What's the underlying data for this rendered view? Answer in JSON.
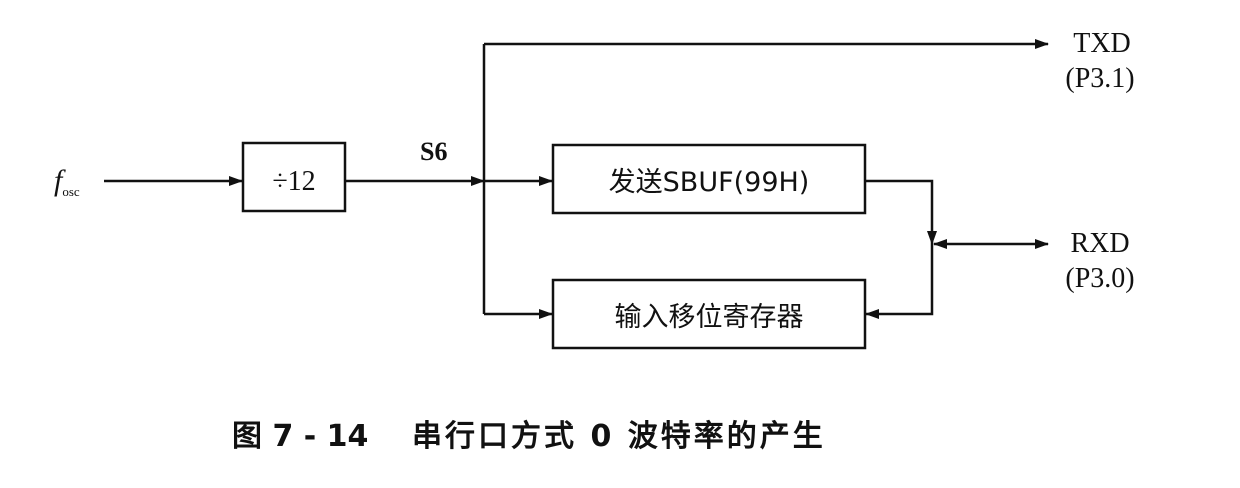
{
  "diagram": {
    "input_label": "f",
    "input_subscript": "osc",
    "divider_label": "÷12",
    "s6_label": "S6",
    "sbuf_label": "发送SBUF(99H)",
    "shift_label": "输入移位寄存器",
    "txd_label": "TXD",
    "txd_pin": "(P3.1)",
    "rxd_label": "RXD",
    "rxd_pin": "(P3.0)"
  },
  "caption": {
    "figure_no": "图 7 - 14",
    "title": "串行口方式 0 波特率的产生"
  }
}
